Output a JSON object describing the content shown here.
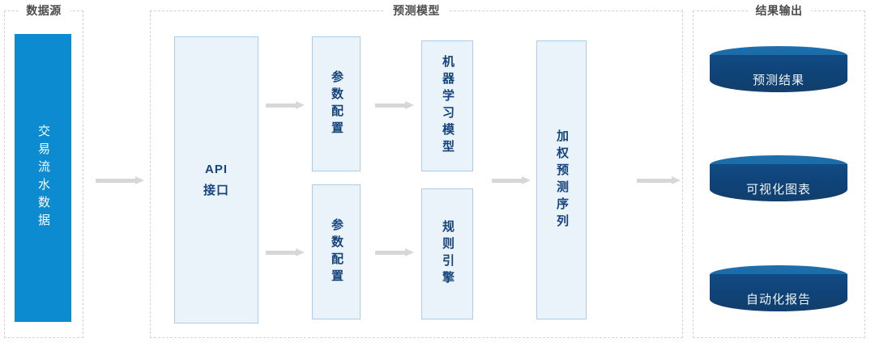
{
  "diagram": {
    "title_colors": {
      "source_fill": "#0d8bd1",
      "process_fill": "#eaf2fa",
      "process_border": "#a9cdeb",
      "process_text": "#15447d",
      "cylinder_body": "#0f4276",
      "cylinder_top": "#1a6aa6",
      "arrow": "#d7d7d7",
      "group_border": "#d2d2d2",
      "group_title_text": "#4d4d4d"
    },
    "groups": [
      {
        "id": "data-source",
        "title": "数据源"
      },
      {
        "id": "prediction-model",
        "title": "预测模型"
      },
      {
        "id": "result-output",
        "title": "结果输出"
      }
    ],
    "source_node": {
      "label": "交易流水数据"
    },
    "process_nodes": [
      {
        "id": "api",
        "label_line1": "API",
        "label_line2": "接口"
      },
      {
        "id": "param-config-top",
        "label": "参数配置"
      },
      {
        "id": "param-config-bottom",
        "label": "参数配置"
      },
      {
        "id": "ml-model",
        "label": "机器学习模型"
      },
      {
        "id": "rule-engine",
        "label": "规则引擎"
      },
      {
        "id": "weighted-sequence",
        "label": "加权预测序列"
      }
    ],
    "output_nodes": [
      {
        "id": "prediction-result",
        "label": "预测结果"
      },
      {
        "id": "visual-chart",
        "label": "可视化图表"
      },
      {
        "id": "auto-report",
        "label": "自动化报告"
      }
    ],
    "arrows": [
      {
        "id": "source-to-api"
      },
      {
        "id": "api-to-param-top"
      },
      {
        "id": "param-top-to-ml"
      },
      {
        "id": "api-to-param-bottom"
      },
      {
        "id": "param-bottom-to-rule"
      },
      {
        "id": "ml-rule-to-weighted"
      },
      {
        "id": "weighted-to-output"
      }
    ]
  }
}
